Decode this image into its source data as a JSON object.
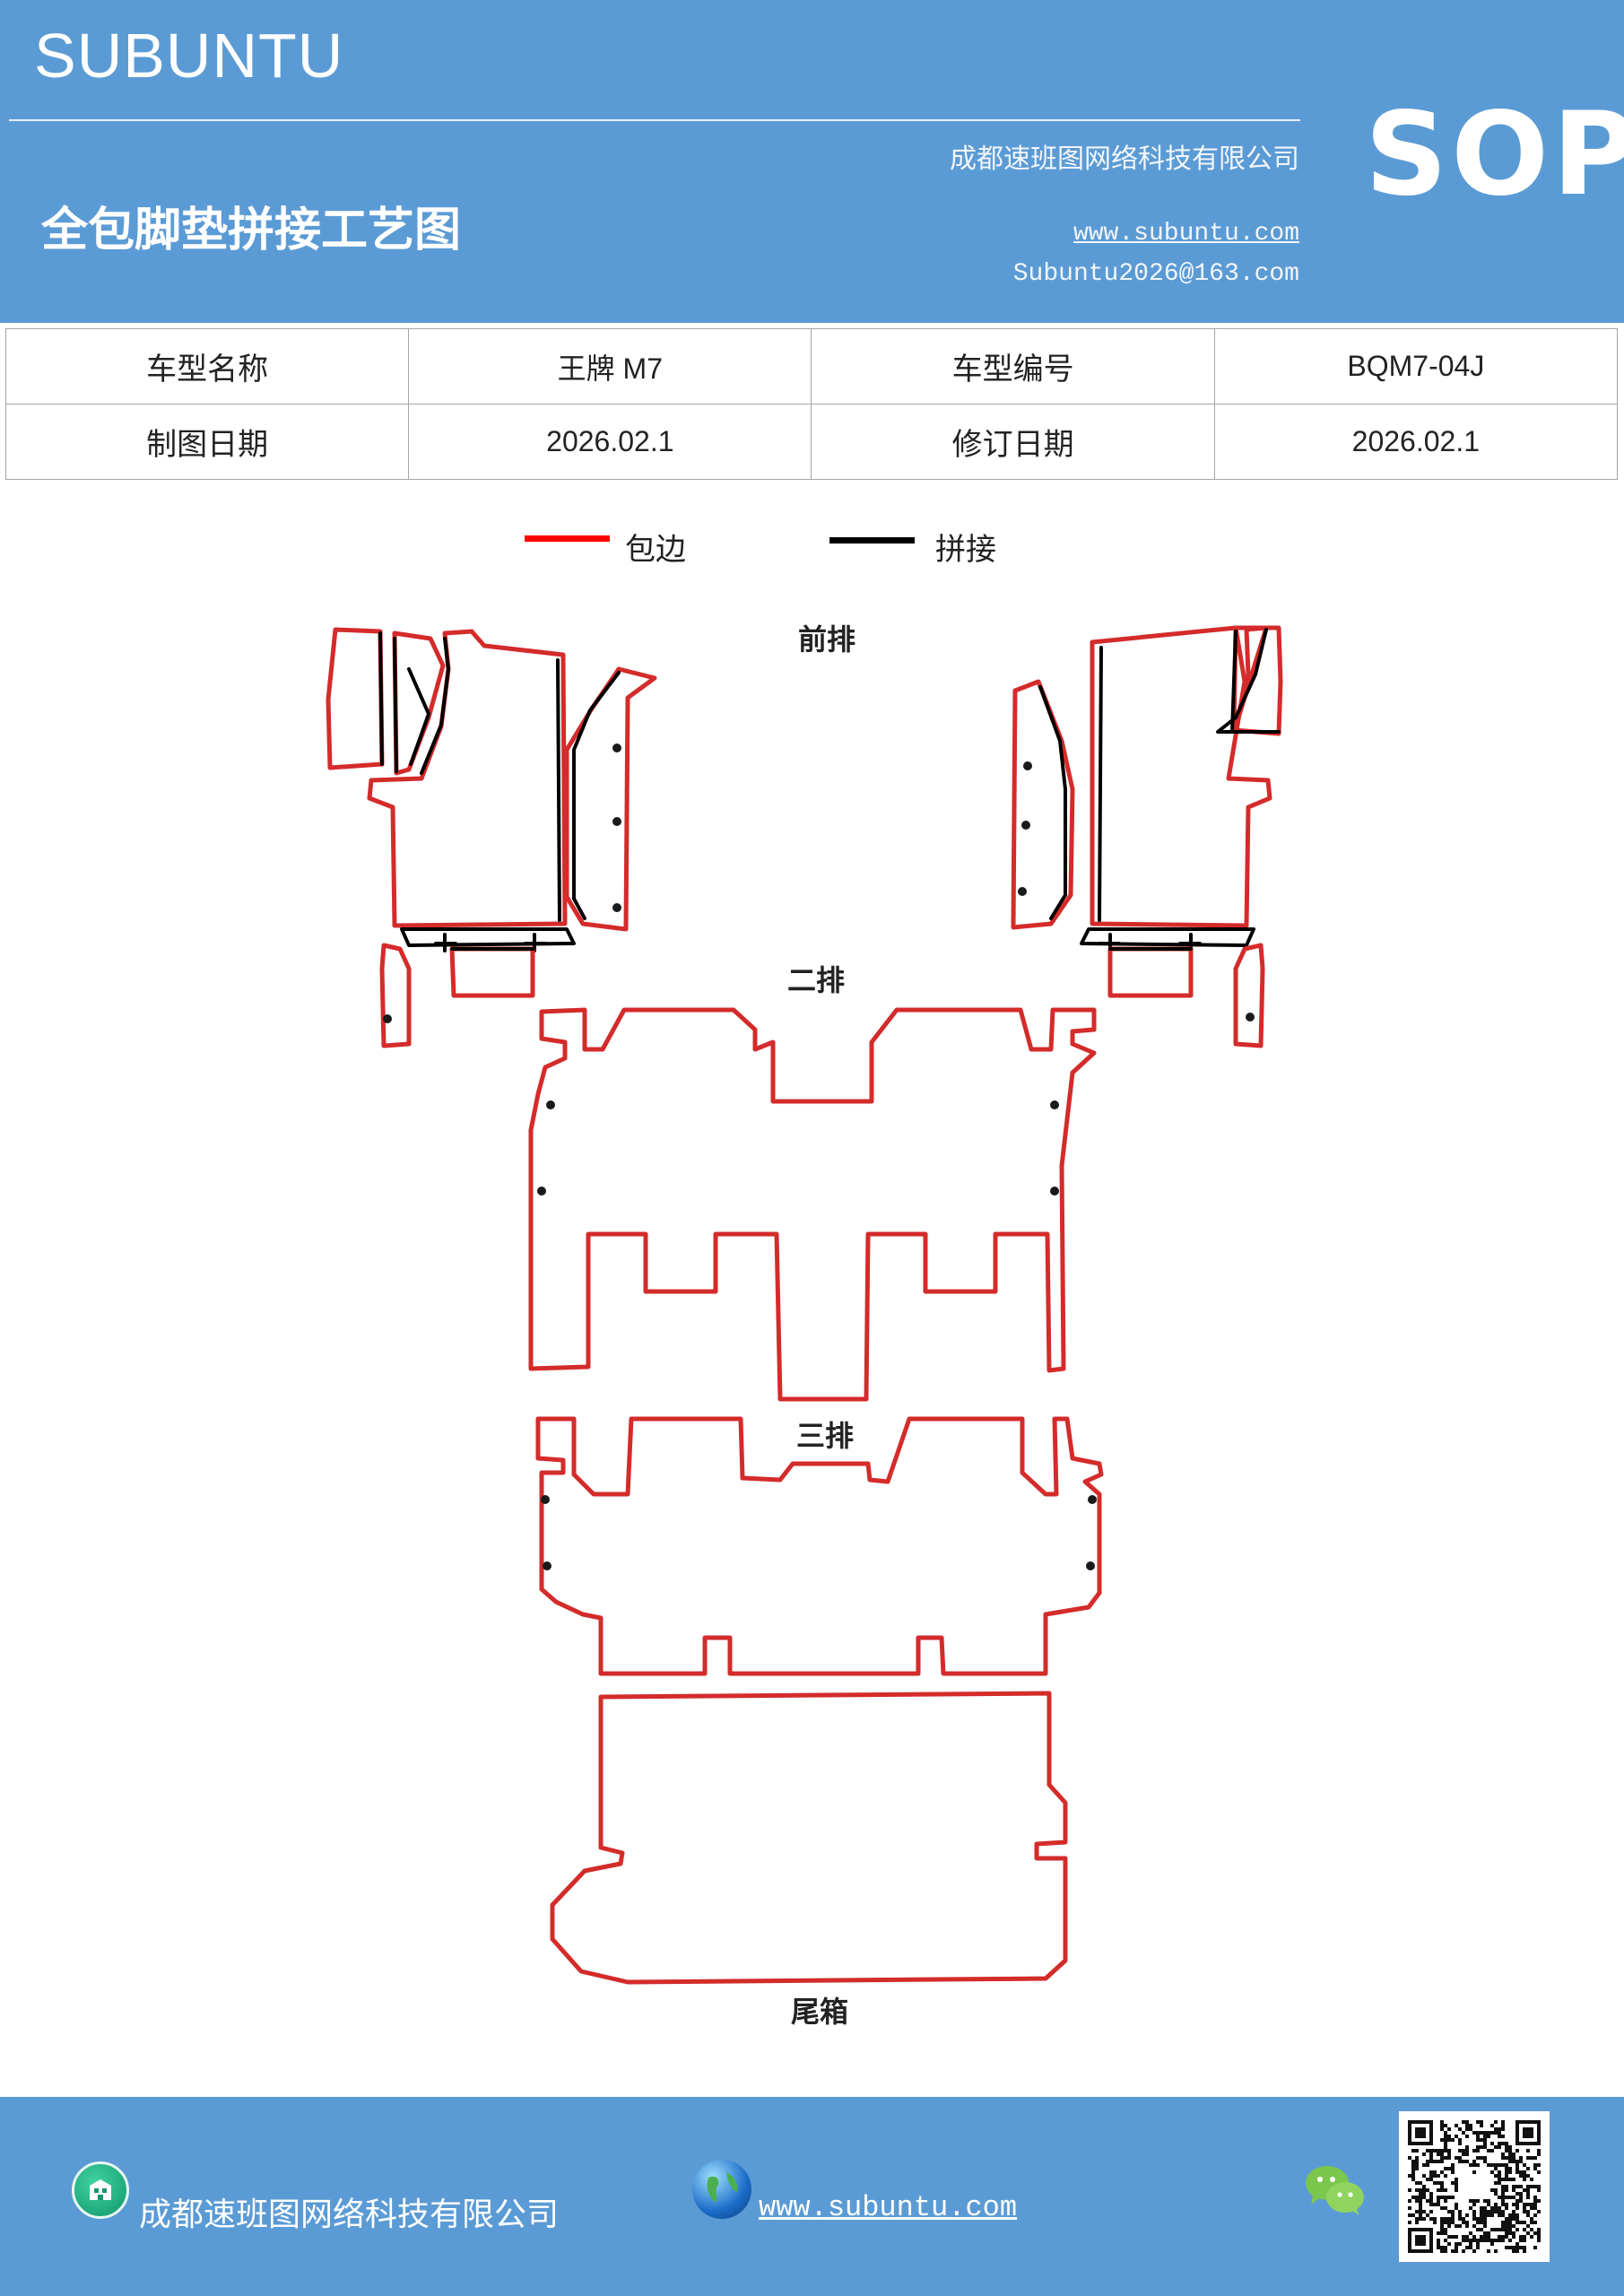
{
  "header": {
    "brand": "SUBUNTU",
    "company": "成都速班图网络科技有限公司",
    "title": "全包脚垫拼接工艺图",
    "website": "www.subuntu.com",
    "email": "Subuntu2026@163.com",
    "badge": "SOP"
  },
  "info_table": {
    "model_name_label": "车型名称",
    "model_name_value": "王牌 M7",
    "model_code_label": "车型编号",
    "model_code_value": "BQM7-04J",
    "draw_date_label": "制图日期",
    "draw_date_value": "2026.02.1",
    "revise_date_label": "修订日期",
    "revise_date_value": "2026.02.1"
  },
  "legend": {
    "edging_label": "包边",
    "edging_color": "#ff0000",
    "splice_label": "拼接",
    "splice_color": "#000000"
  },
  "diagram": {
    "front_row": "前排",
    "second_row": "二排",
    "third_row": "三排",
    "trunk": "尾箱",
    "outline_color": "#d42b2b"
  },
  "footer": {
    "company": "成都速班图网络科技有限公司",
    "website": "www.subuntu.com",
    "house_icon": "building-icon",
    "globe_icon": "globe-icon",
    "wechat_icon": "wechat-icon",
    "qr_icon": "qr-code-icon"
  }
}
